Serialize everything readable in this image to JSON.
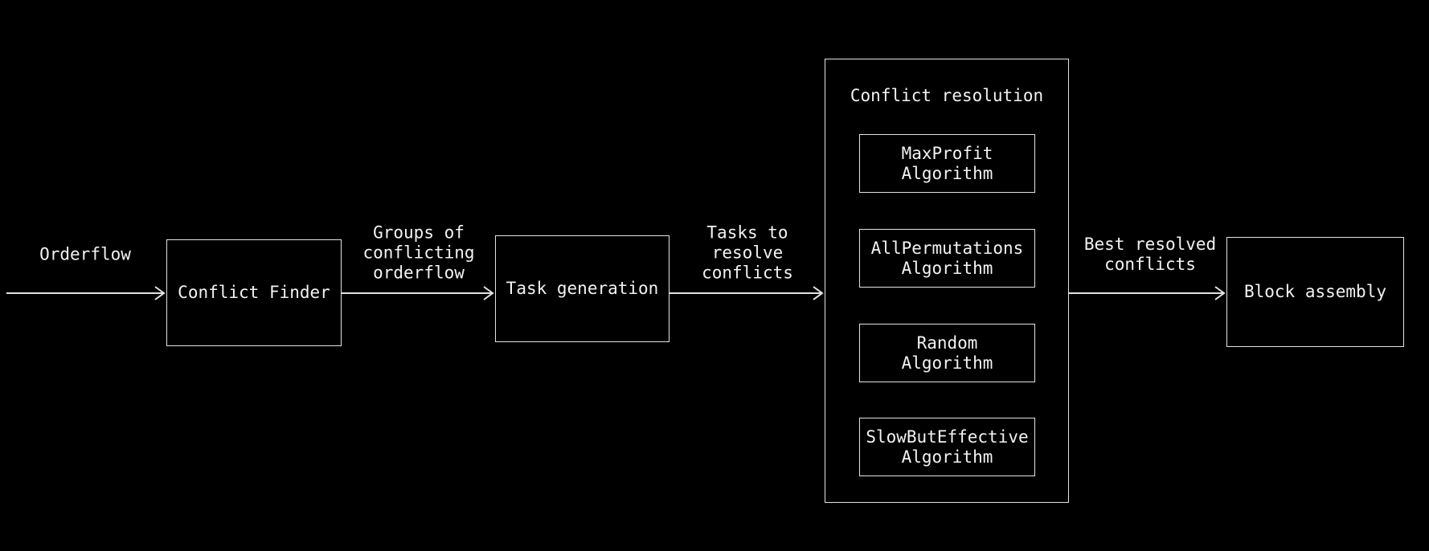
{
  "colors": {
    "background": "#000000",
    "stroke": "#e3e3e3",
    "text": "#f2f2f2"
  },
  "nodes": {
    "conflict_finder": "Conflict Finder",
    "task_generation": "Task generation",
    "block_assembly": "Block assembly"
  },
  "container": {
    "title": "Conflict resolution",
    "algorithms": [
      "MaxProfit\nAlgorithm",
      "AllPermutations\nAlgorithm",
      "Random\nAlgorithm",
      "SlowButEffective\nAlgorithm"
    ]
  },
  "edge_labels": [
    "Orderflow",
    "Groups of\nconflicting\norderflow",
    "Tasks to\nresolve\nconflicts",
    "Best resolved\nconflicts"
  ]
}
